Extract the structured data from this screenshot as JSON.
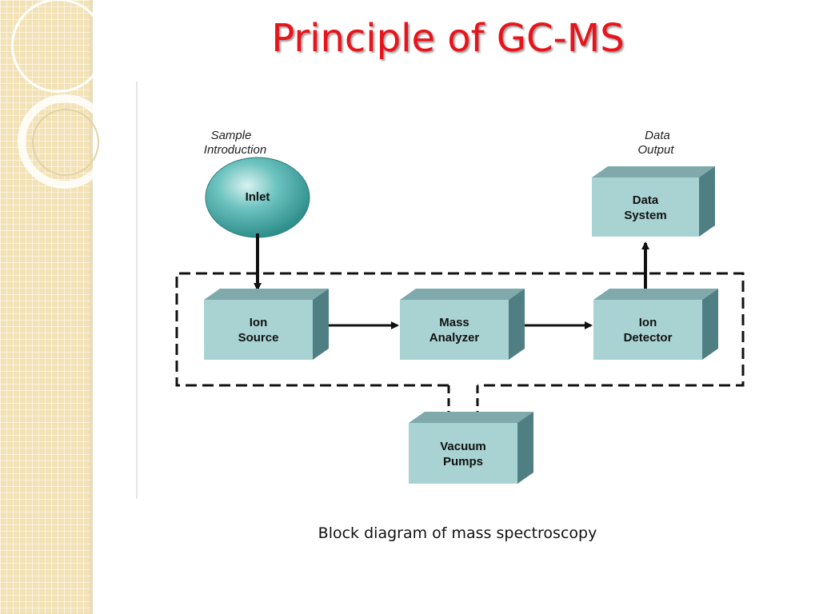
{
  "title": "Principle of GC-MS",
  "caption": "Block diagram of mass spectroscopy",
  "colors": {
    "title": "#e8141c",
    "box_front": "#a9d3d3",
    "box_top": "#7fa9ab",
    "box_side": "#4f7f82",
    "sphere": "#3fa5a2",
    "strip": "#f3e2b6"
  },
  "diagram": {
    "side_labels": {
      "sample_introduction": [
        "Sample",
        "Introduction"
      ],
      "data_output": [
        "Data",
        "Output"
      ]
    },
    "inlet": "Inlet",
    "boxes": {
      "ion_source": [
        "Ion",
        "Source"
      ],
      "mass_analyzer": [
        "Mass",
        "Analyzer"
      ],
      "ion_detector": [
        "Ion",
        "Detector"
      ],
      "data_system": [
        "Data",
        "System"
      ],
      "vacuum_pumps": [
        "Vacuum",
        "Pumps"
      ]
    }
  }
}
